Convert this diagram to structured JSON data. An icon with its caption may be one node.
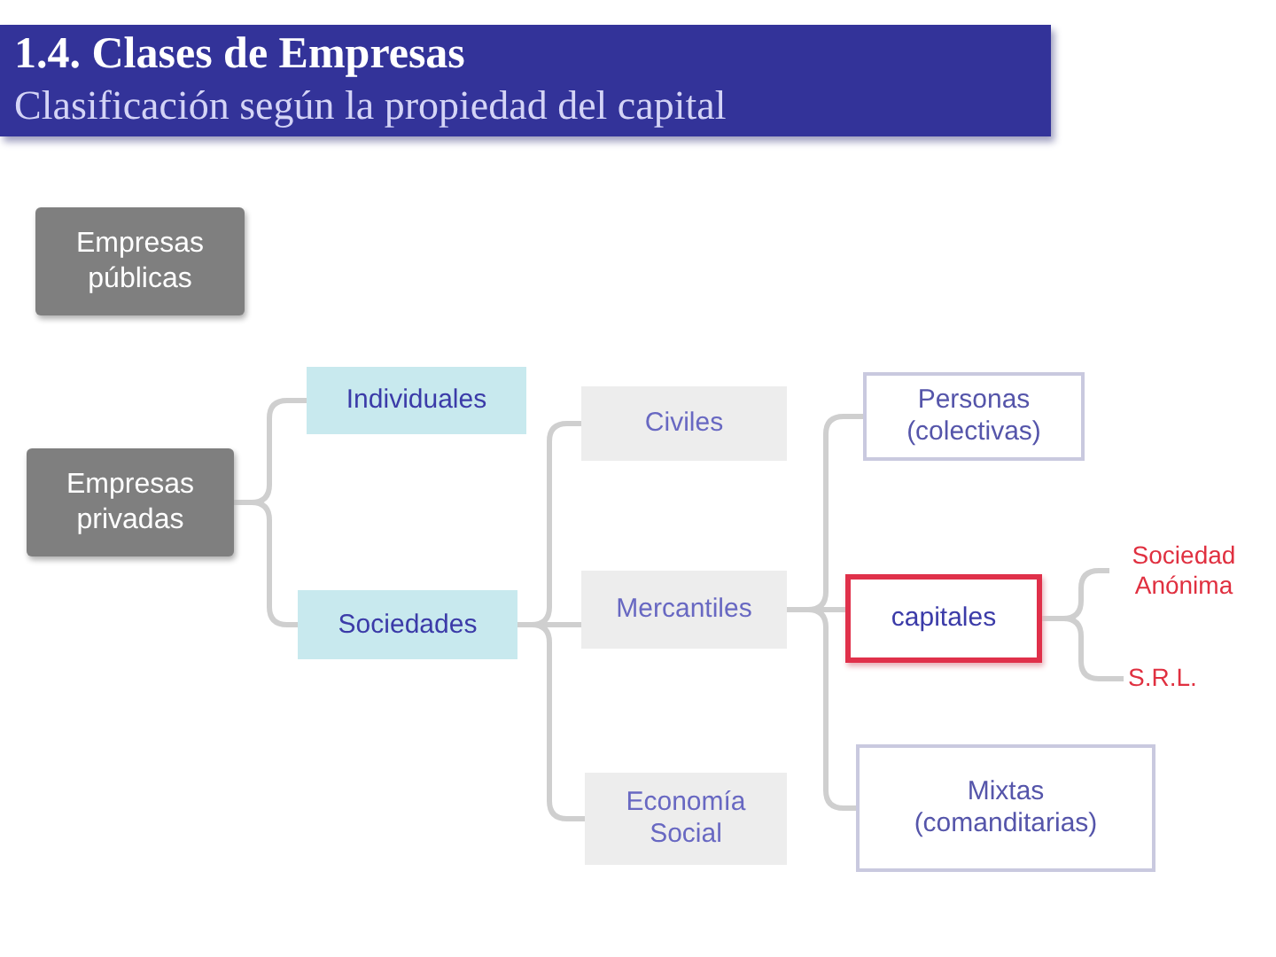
{
  "diagram": {
    "title": "1.4. Clases de Empresas",
    "nodes": [
      {
        "text": [
          "Empresas públicas"
        ]
      },
      {
        "text": [
          "Empresas privadas"
        ]
      },
      {
        "text": [
          "Individuales"
        ]
      },
      {
        "text": [
          "Sociedades"
        ]
      },
      {
        "text": [
          "Civiles"
        ]
      },
      {
        "text": [
          "Mercantiles"
        ]
      },
      {
        "text": [
          "Economía Social"
        ]
      },
      {
        "text": [
          "Personas (colectivas)"
        ]
      },
      {
        "text": [
          "capitales"
        ]
      },
      {
        "text": [
          "Mixtas (comanditarias)"
        ]
      },
      {
        "text": [
          "Sociedad Anónima"
        ]
      },
      {
        "text": [
          "S.R.L."
        ]
      }
    ],
    "edges": [
      {
        "from": 1,
        "to": 2,
        "arrow": "none"
      },
      {
        "from": 1,
        "to": 3,
        "arrow": "none"
      },
      {
        "from": 3,
        "to": 4,
        "arrow": "none"
      },
      {
        "from": 3,
        "to": 5,
        "arrow": "none"
      },
      {
        "from": 3,
        "to": 6,
        "arrow": "none"
      },
      {
        "from": 5,
        "to": 7,
        "arrow": "none"
      },
      {
        "from": 5,
        "to": 8,
        "arrow": "none"
      },
      {
        "from": 5,
        "to": 9,
        "arrow": "none"
      },
      {
        "from": 8,
        "to": 10,
        "arrow": "none"
      },
      {
        "from": 8,
        "to": 11,
        "arrow": "none"
      }
    ],
    "labels": [
      "Clasificación según la propiedad del capital"
    ]
  }
}
